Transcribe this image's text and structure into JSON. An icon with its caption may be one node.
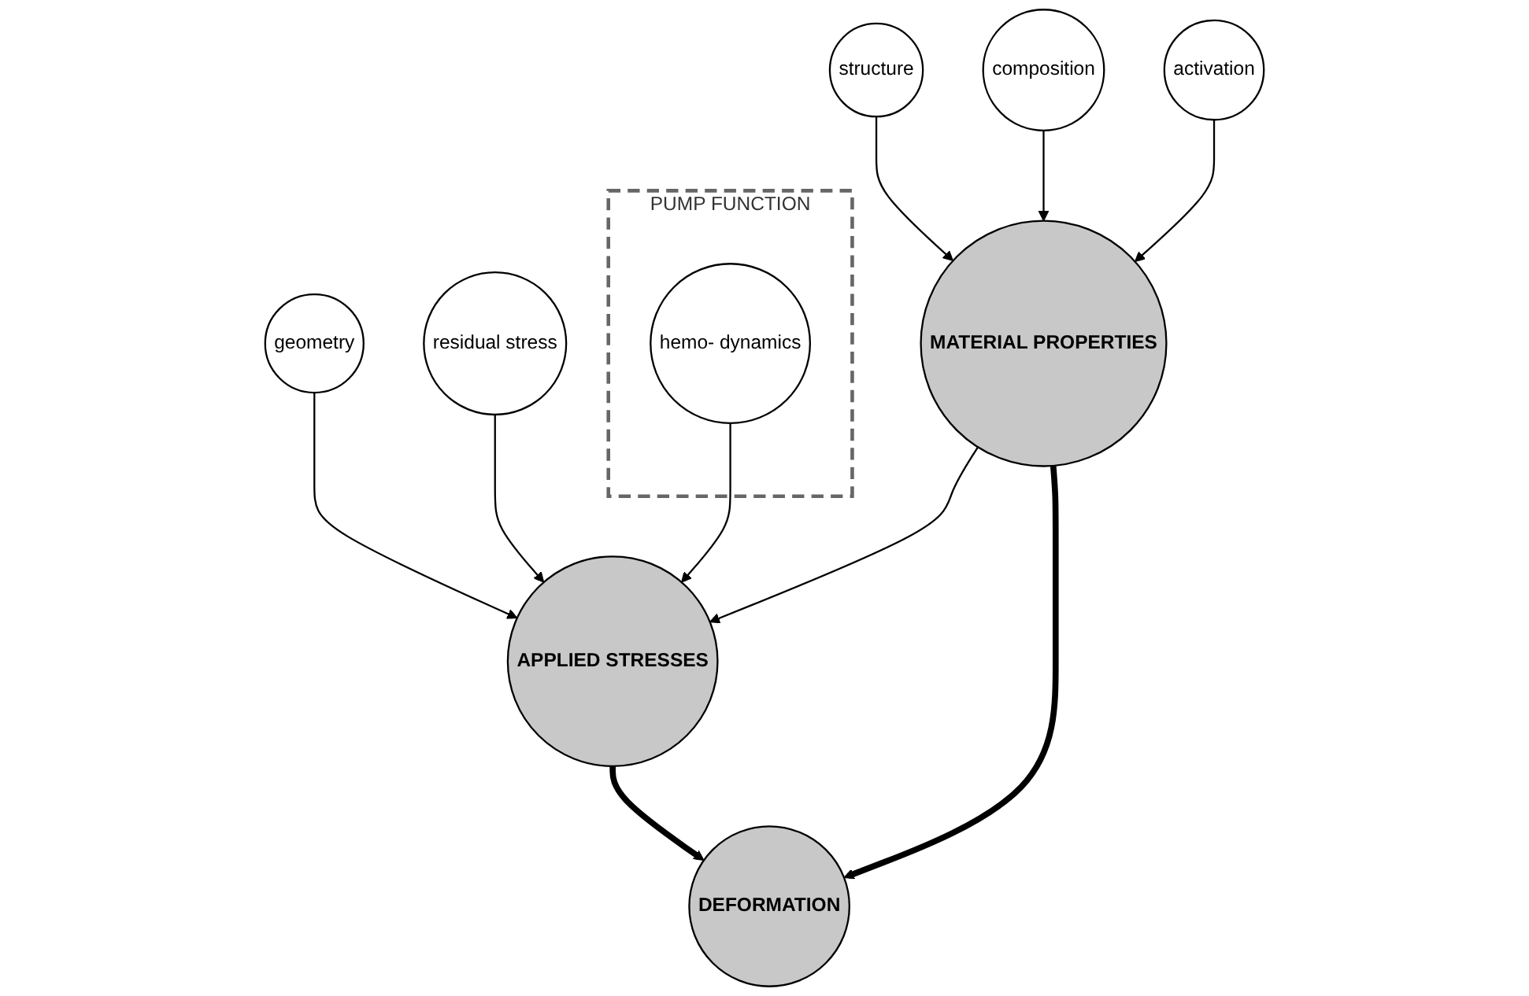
{
  "diagram": {
    "nodes": [
      {
        "text": [
          "geometry"
        ]
      },
      {
        "text": [
          "structure"
        ]
      },
      {
        "text": [
          "residual stress"
        ]
      },
      {
        "text": [
          "APPLIED STRESSES"
        ]
      },
      {
        "text": [
          "MATERIAL PROPERTIES"
        ]
      },
      {
        "text": [
          "composition"
        ]
      },
      {
        "text": [
          "PUMP FUNCTION"
        ]
      },
      {
        "text": [
          "hemo- dynamics"
        ],
        "in": 6
      },
      {
        "text": [
          "activation"
        ]
      },
      {
        "text": [
          "DEFORMATION"
        ]
      }
    ],
    "edges": [
      {
        "from": 0,
        "to": 3,
        "arrow": "to"
      },
      {
        "from": 2,
        "to": 3,
        "arrow": "to"
      },
      {
        "from": 7,
        "to": 3,
        "arrow": "to"
      },
      {
        "from": 4,
        "to": 3,
        "arrow": "to"
      },
      {
        "from": 1,
        "to": 4,
        "arrow": "to"
      },
      {
        "from": 5,
        "to": 4,
        "arrow": "to"
      },
      {
        "from": 8,
        "to": 4,
        "arrow": "to"
      },
      {
        "from": 3,
        "to": 9,
        "arrow": "to",
        "style": "thick"
      },
      {
        "from": 4,
        "to": 9,
        "arrow": "to",
        "style": "thick"
      }
    ]
  }
}
